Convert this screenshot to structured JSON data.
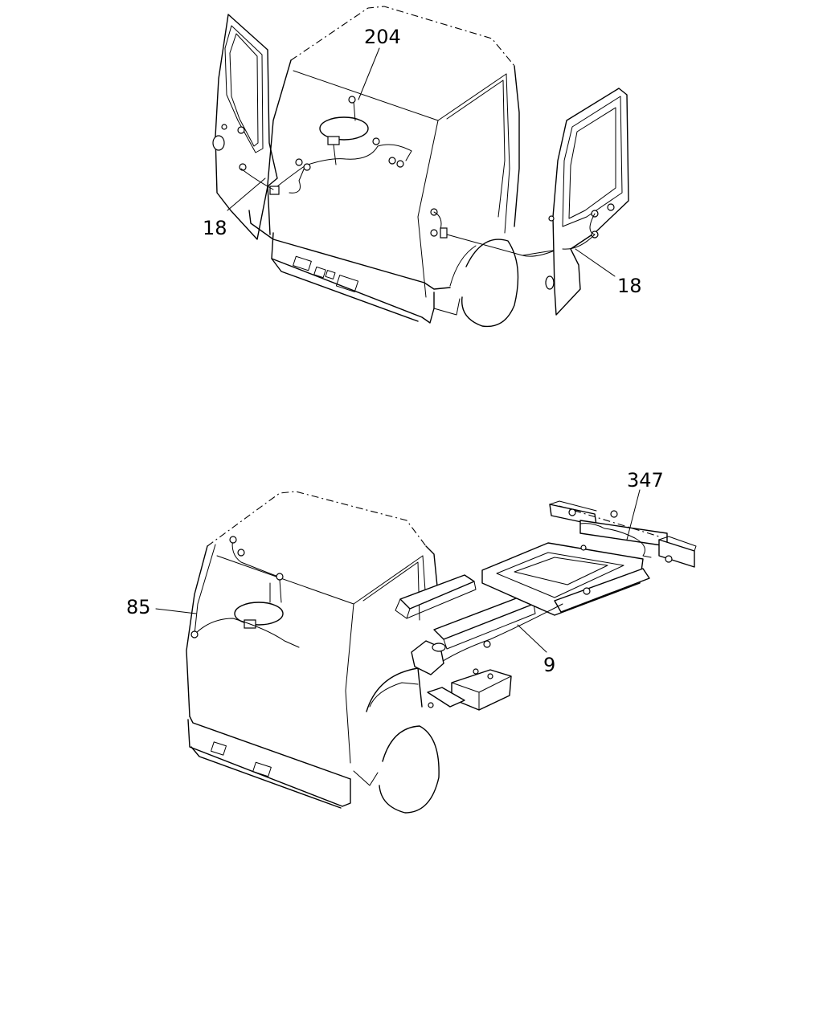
{
  "figures": [
    {
      "id": "cab-doors",
      "callouts": [
        {
          "id": "204",
          "text": "204"
        },
        {
          "id": "18-left",
          "text": "18"
        },
        {
          "id": "18-right",
          "text": "18"
        }
      ]
    },
    {
      "id": "cab-chassis",
      "callouts": [
        {
          "id": "347",
          "text": "347"
        },
        {
          "id": "85",
          "text": "85"
        },
        {
          "id": "9",
          "text": "9"
        }
      ]
    }
  ]
}
